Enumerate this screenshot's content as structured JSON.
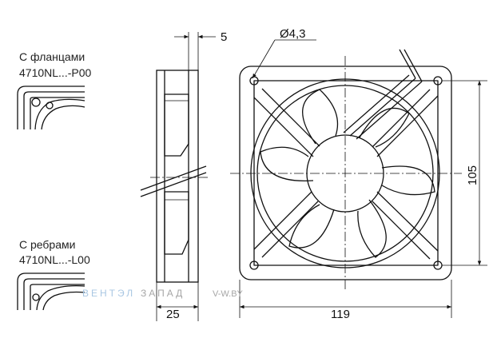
{
  "labels": {
    "flange_title": "С фланцами",
    "flange_code": "4710NL...-P00",
    "rib_title": "С ребрами",
    "rib_code": "4710NL...-L00"
  },
  "dimensions": {
    "hole_diameter": "Ø4,3",
    "flange_thickness": "5",
    "depth": "25",
    "width": "119",
    "hole_spacing": "105"
  },
  "watermark": {
    "brand_part1": "ВЕНТЭЛ",
    "brand_part2": "ЗАПАД",
    "site": "V-W.BY"
  },
  "colors": {
    "line": "#111111",
    "watermark_blue": "#a9c7e3",
    "watermark_gray": "#a6a6a6"
  }
}
